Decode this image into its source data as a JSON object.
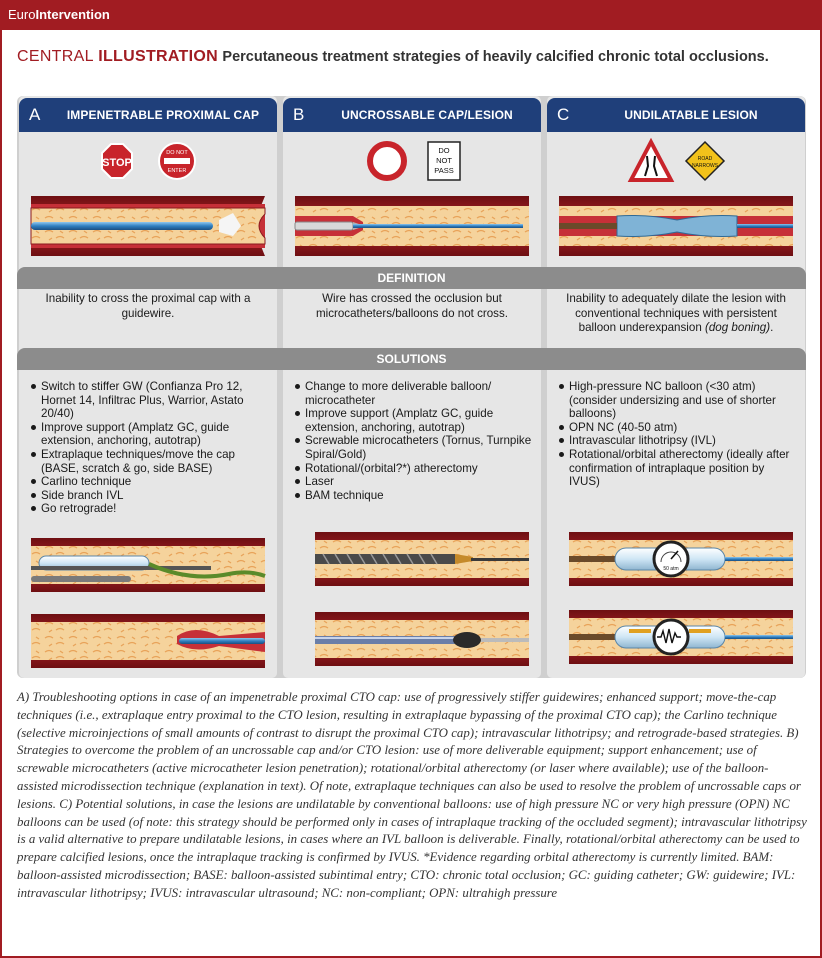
{
  "header": {
    "brand_light": "Euro",
    "brand_bold": "Intervention"
  },
  "title": {
    "word1": "CENTRAL",
    "word2": "ILLUSTRATION",
    "subtitle": "Percutaneous treatment strategies of heavily calcified chronic total occlusions."
  },
  "columns": [
    {
      "letter": "A",
      "title": "IMPENETRABLE PROXIMAL CAP",
      "signs": [
        "STOP",
        "DO NOT ENTER"
      ],
      "definition": "Inability to cross the proximal cap with a guidewire.",
      "solutions": [
        "Switch to stiffer GW (Confianza Pro 12, Hornet 14, Infiltrac Plus, Warrior, Astato 20/40)",
        "Improve support (Amplatz GC, guide extension, anchoring, autotrap)",
        "Extraplaque techniques/move the cap (BASE, scratch & go, side BASE)",
        "Carlino technique",
        "Side branch IVL",
        "Go retrograde!"
      ]
    },
    {
      "letter": "B",
      "title": "UNCROSSABLE CAP/LESION",
      "signs": [
        "DO NOT PASS"
      ],
      "definition": "Wire has crossed the occlusion but microcatheters/balloons do not cross.",
      "solutions": [
        "Change to more deliverable balloon/ microcatheter",
        "Improve support (Amplatz GC, guide extension, anchoring, autotrap)",
        "Screwable microcatheters (Tornus, Turnpike Spiral/Gold)",
        "Rotational/(orbital?*) atherectomy",
        "Laser",
        "BAM technique"
      ]
    },
    {
      "letter": "C",
      "title": "UNDILATABLE LESION",
      "signs": [
        "ROAD NARROWS"
      ],
      "definition_main": "Inability to adequately dilate the lesion with conventional techniques with persistent balloon underexpansion ",
      "definition_italic": "(dog boning)",
      "definition_end": ".",
      "solutions": [
        "High-pressure NC balloon (<30 atm) (consider undersizing and use of shorter balloons)",
        "OPN NC (40-50 atm)",
        "Intravascular lithotripsy (IVL)",
        "Rotational/orbital atherectomy (ideally after confirmation of intraplaque position by IVUS)"
      ],
      "gauge_label": "50 atm"
    }
  ],
  "bands": {
    "definition": "DEFINITION",
    "solutions": "SOLUTIONS"
  },
  "caption": "A) Troubleshooting options in case of an impenetrable proximal CTO cap: use of progressively stiffer guidewires; enhanced support; move-the-cap techniques (i.e., extraplaque entry proximal to the CTO lesion, resulting in extraplaque bypassing of the proximal CTO cap); the Carlino technique (selective microinjections of small amounts of contrast to disrupt the proximal CTO cap); intravascular lithotripsy; and retrograde-based strategies. B) Strategies to overcome the problem of an uncrossable cap and/or CTO lesion: use of more deliverable equipment; support enhancement; use of screwable microcatheters (active microcatheter lesion penetration); rotational/orbital atherectomy (or laser where available); use of the balloon-assisted microdissection technique (explanation in text). Of note, extraplaque techniques can also be used to resolve the problem of uncrossable caps or lesions. C) Potential solutions, in case the lesions are undilatable by conventional balloons: use of high pressure NC or very high pressure (OPN) NC balloons can be used (of note: this strategy should be performed only in cases of intraplaque tracking of the occluded segment); intravascular lithotripsy is a valid alternative to prepare undilatable lesions, in cases where an IVL balloon is deliverable. Finally, rotational/orbital atherectomy can be used to prepare calcified lesions, once the intraplaque tracking is confirmed by IVUS. *Evidence regarding orbital atherectomy is currently limited. BAM: balloon-assisted microdissection; BASE: balloon-assisted subintimal entry; CTO: chronic total occlusion; GC: guiding catheter; GW: guidewire; IVL: intravascular lithotripsy; IVUS: intravascular ultrasound; NC: non-compliant; OPN: ultrahigh pressure",
  "colors": {
    "brand_red": "#a11c22",
    "header_blue": "#1f3f7a",
    "band_gray": "#8c8c8c",
    "vessel_red": "#9b1b1f",
    "plaque": "#f3cf95"
  }
}
